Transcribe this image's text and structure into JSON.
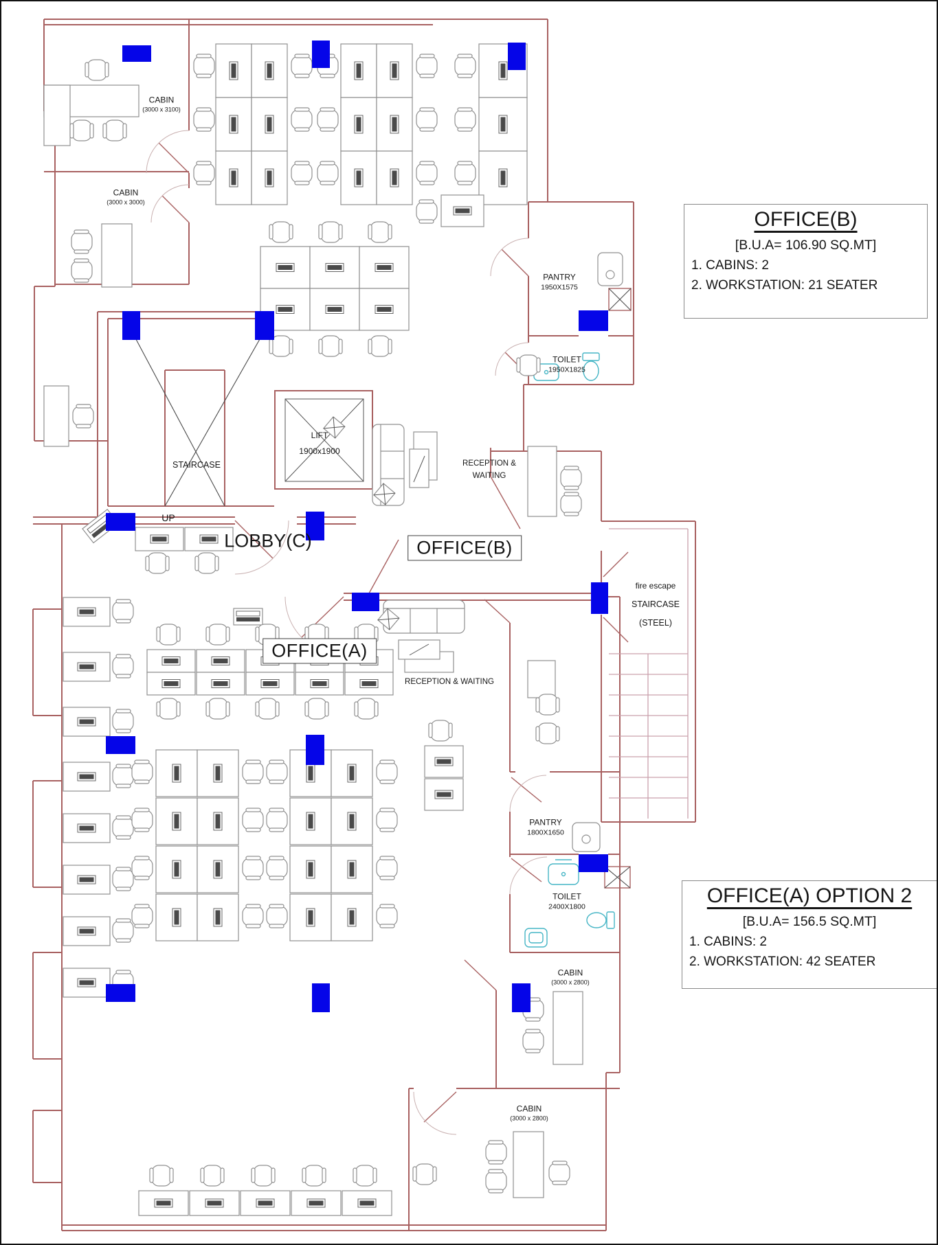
{
  "colors": {
    "wall": "#a86060",
    "column": "#0505e8",
    "furniture": "#8f8f8f",
    "fixture": "#45b5c5",
    "stairs": "#c9a0ac",
    "ink": "#151515"
  },
  "rooms": [
    {
      "name": "CABIN",
      "dims": "(3000 x 3100)"
    },
    {
      "name": "CABIN",
      "dims": "(3000 x 3000)"
    },
    {
      "name": "PANTRY",
      "dims": "1950X1575"
    },
    {
      "name": "TOILET",
      "dims": "1950X1825"
    },
    {
      "name": "PANTRY",
      "dims": "1800X1650"
    },
    {
      "name": "TOILET",
      "dims": "2400X1800"
    },
    {
      "name": "CABIN",
      "dims": "(3000 x 2800)"
    },
    {
      "name": "CABIN",
      "dims": "(3000 x 2800)"
    }
  ],
  "labels": {
    "staircase": "STAIRCASE",
    "up": "UP",
    "lobby": "LOBBY(C)",
    "lift": "LIFT",
    "lift_dims": "1900x1900",
    "reception_b_line1": "RECEPTION &",
    "reception_b_line2": "WAITING",
    "reception_a": "RECEPTION & WAITING",
    "fire_escape_line1": "fire escape",
    "fire_escape_line2": "STAIRCASE",
    "fire_escape_line3": "(STEEL)",
    "office_b_tag": "OFFICE(B)",
    "office_a_tag": "OFFICE(A)"
  },
  "info_boxes": [
    {
      "title": "OFFICE(B)",
      "bua": "[B.U.A= 106.90 SQ.MT]",
      "item1": "1. CABINS: 2",
      "item2": "2. WORKSTATION: 21 SEATER"
    },
    {
      "title": "OFFICE(A) OPTION 2",
      "bua": "[B.U.A= 156.5 SQ.MT]",
      "item1": "1. CABINS: 2",
      "item2": "2. WORKSTATION: 42 SEATER"
    }
  ]
}
